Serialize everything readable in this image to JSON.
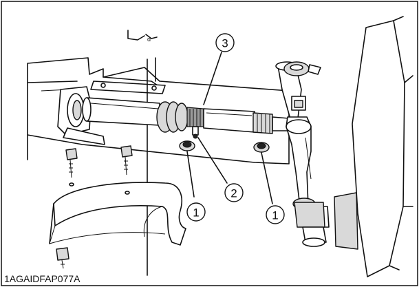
{
  "figure_code": "1AGAIDFAP077A",
  "callouts": [
    {
      "number": "1",
      "part": "bolt"
    },
    {
      "number": "1",
      "part": "bolt"
    },
    {
      "number": "2",
      "part": "grease nipple"
    },
    {
      "number": "3",
      "part": "joint"
    }
  ]
}
